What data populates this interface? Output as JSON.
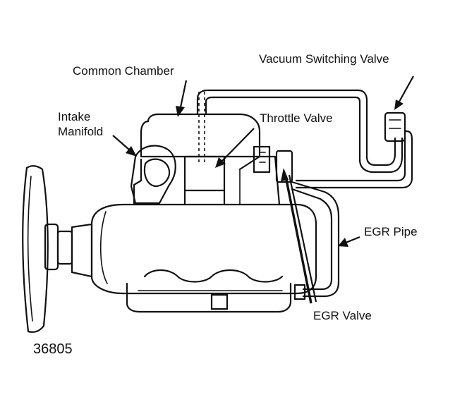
{
  "labels": {
    "vacuum_switching_valve": "Vacuum Switching Valve",
    "common_chamber": "Common Chamber",
    "intake_manifold_line1": "Intake",
    "intake_manifold_line2": "Manifold",
    "throttle_valve": "Throttle Valve",
    "egr_pipe": "EGR Pipe",
    "egr_valve": "EGR Valve"
  },
  "figure_number": "36805"
}
